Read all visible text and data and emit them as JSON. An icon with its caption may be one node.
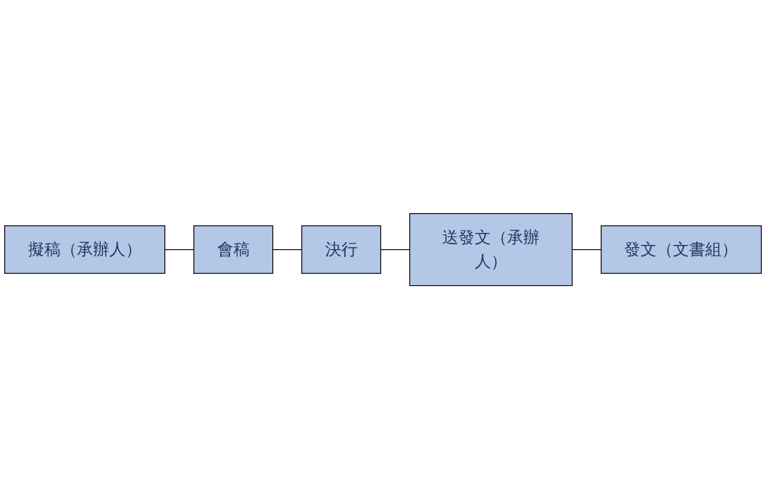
{
  "diagram": {
    "nodes": [
      {
        "text": [
          "擬稿（承辦人）"
        ]
      },
      {
        "text": [
          "會稿"
        ]
      },
      {
        "text": [
          "決行"
        ]
      },
      {
        "text": [
          "送發文（承辦人）"
        ]
      },
      {
        "text": [
          "發文（文書組）"
        ]
      }
    ],
    "edges": [
      {
        "from": 0,
        "to": 1,
        "arrow": "none"
      },
      {
        "from": 1,
        "to": 2,
        "arrow": "none"
      },
      {
        "from": 2,
        "to": 3,
        "arrow": "none"
      },
      {
        "from": 3,
        "to": 4,
        "arrow": "none"
      }
    ]
  }
}
